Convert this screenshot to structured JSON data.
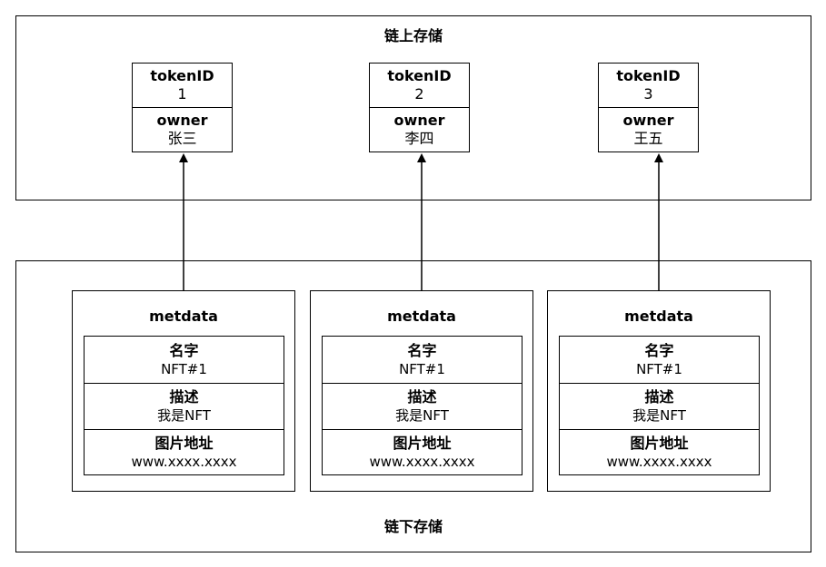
{
  "onchain": {
    "title": "链上存储",
    "field_labels": {
      "token": "tokenID",
      "owner": "owner"
    },
    "tokens": [
      {
        "token_id": "1",
        "owner": "张三"
      },
      {
        "token_id": "2",
        "owner": "李四"
      },
      {
        "token_id": "3",
        "owner": "王五"
      }
    ]
  },
  "offchain": {
    "title": "链下存储",
    "metadata_title": "metdata",
    "field_labels": {
      "name": "名字",
      "desc": "描述",
      "image": "图片地址"
    },
    "items": [
      {
        "name": "NFT#1",
        "desc": "我是NFT",
        "image": "www.xxxx.xxxx"
      },
      {
        "name": "NFT#1",
        "desc": "我是NFT",
        "image": "www.xxxx.xxxx"
      },
      {
        "name": "NFT#1",
        "desc": "我是NFT",
        "image": "www.xxxx.xxxx"
      }
    ]
  }
}
